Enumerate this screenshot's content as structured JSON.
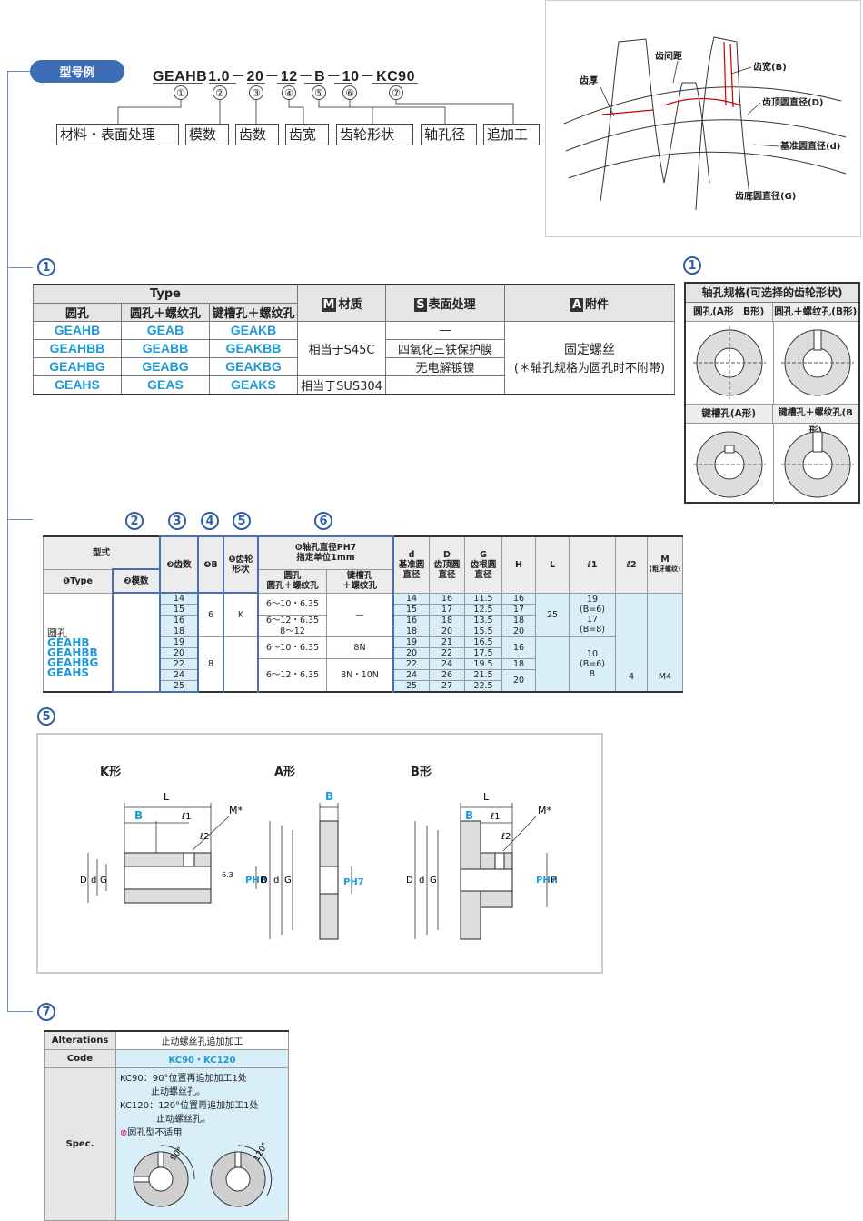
{
  "header": {
    "badge": "型号例",
    "part_segments": [
      "GEAHB",
      "1.0",
      "－",
      "20",
      "－",
      "12",
      "－",
      "B",
      "－",
      "10",
      "－",
      "KC90"
    ],
    "nums": [
      "①",
      "②",
      "③",
      "④",
      "⑤",
      "⑥",
      "⑦"
    ],
    "labels": [
      "材料・表面处理",
      "模数",
      "齿数",
      "齿宽",
      "齿轮形状",
      "轴孔径",
      "追加工"
    ]
  },
  "gear_diagram": {
    "labels": {
      "tooth_thickness": "齿厚",
      "tooth_space": "齿间距",
      "face_width": "齿宽(B)",
      "tip_dia": "齿顶圆直径(D)",
      "pitch_dia": "基准圆直径(d)",
      "root_dia": "齿底圆直径(G)"
    }
  },
  "section1": {
    "marker": "1",
    "type_header": "Type",
    "col_round": "圆孔",
    "col_round_screw": "圆孔＋螺纹孔",
    "col_key_screw": "键槽孔＋螺纹孔",
    "material_header_icon": "M",
    "material_header": "材质",
    "surface_icon": "S",
    "surface_header": "表面处理",
    "acc_icon": "A",
    "acc_header": "附件",
    "rows": [
      [
        "GEAHB",
        "GEAB",
        "GEAKB"
      ],
      [
        "GEAHBB",
        "GEABB",
        "GEAKBB"
      ],
      [
        "GEAHBG",
        "GEABG",
        "GEAKBG"
      ],
      [
        "GEAHS",
        "GEAS",
        "GEAKS"
      ]
    ],
    "material_s45c": "相当于S45C",
    "material_sus": "相当于SUS304",
    "surfaces": [
      "—",
      "四氧化三铁保护膜",
      "无电解镀镍",
      "—"
    ],
    "accessory_line1": "固定螺丝",
    "accessory_line2": "(＊轴孔规格为圆孔时不附带)"
  },
  "bore_spec": {
    "marker": "1",
    "title": "轴孔规格(可选择的齿轮形状)",
    "cells": [
      "圆孔(A形　B形)",
      "圆孔＋螺纹孔(B形)",
      "键槽孔(A形)",
      "键槽孔＋螺纹孔(B形)"
    ]
  },
  "section2": {
    "markers": [
      "2",
      "3",
      "4",
      "5",
      "6"
    ],
    "h_model": "型式",
    "h_type": "❶Type",
    "h_module": "❷模数",
    "h_teeth": "❸齿数",
    "h_b": "❹B",
    "h_shape": "❺齿轮形状",
    "h_bore": "❻轴孔直径PH7",
    "h_bore2": "指定单位1mm",
    "h_bore_round": "圆孔",
    "h_bore_round2": "圆孔＋螺纹孔",
    "h_bore_key": "键槽孔",
    "h_bore_key2": "＋螺纹孔",
    "h_d": "d",
    "h_d2": "基准圆",
    "h_d3": "直径",
    "h_D": "D",
    "h_D2": "齿顶圆",
    "h_D3": "直径",
    "h_G": "G",
    "h_G2": "齿根圆",
    "h_G3": "直径",
    "h_H": "H",
    "h_L": "L",
    "h_l1": "ℓ1",
    "h_l2": "ℓ2",
    "h_M": "M",
    "h_M2": "(粗牙螺纹)",
    "types": [
      "圆孔",
      "GEAHB",
      "GEAHBB",
      "GEAHBG",
      "GEAHS"
    ],
    "teeth": [
      "14",
      "15",
      "16",
      "18",
      "19",
      "20",
      "22",
      "24",
      "25"
    ],
    "b_values": [
      "6",
      "8"
    ],
    "shape": "K",
    "bore_rows": [
      "6～10・6.35",
      "6～12・6.35",
      "8～12",
      "6～10・6.35",
      "6～12・6.35"
    ],
    "key_rows": [
      "—",
      "8N",
      "8N・10N"
    ],
    "d": [
      "14",
      "15",
      "16",
      "18",
      "19",
      "20",
      "22",
      "24",
      "25"
    ],
    "D": [
      "16",
      "17",
      "18",
      "20",
      "21",
      "22",
      "24",
      "26",
      "27"
    ],
    "G": [
      "11.5",
      "12.5",
      "13.5",
      "15.5",
      "16.5",
      "17.5",
      "19.5",
      "21.5",
      "22.5"
    ],
    "H": [
      "16",
      "17",
      "18",
      "20",
      "16",
      "18",
      "20"
    ],
    "L": "25",
    "l1": [
      "19",
      "(B=6)",
      "17",
      "(B=8)",
      "10",
      "(B=6)",
      "8"
    ],
    "l2": "4",
    "M": "M4"
  },
  "section5": {
    "marker": "5",
    "k": "K形",
    "a": "A形",
    "b": "B形",
    "dims": {
      "L": "L",
      "B": "B",
      "l1": "ℓ1",
      "l2": "ℓ2",
      "M": "M*",
      "D": "D",
      "d": "d",
      "G": "G",
      "H": "H",
      "P": "PH7",
      "ra": "6.3"
    }
  },
  "section7": {
    "marker": "7",
    "alterations": "Alterations",
    "alter_val": "止动螺丝孔追加加工",
    "code": "Code",
    "code_val": "KC90・KC120",
    "spec": "Spec.",
    "spec_lines": [
      "KC90：90°位置再追加加工1处",
      "止动螺丝孔。",
      "KC120：120°位置再追加加工1处",
      "止动螺丝孔。",
      "圆孔型不适用"
    ],
    "angle1": "90°",
    "angle2": "120°"
  }
}
